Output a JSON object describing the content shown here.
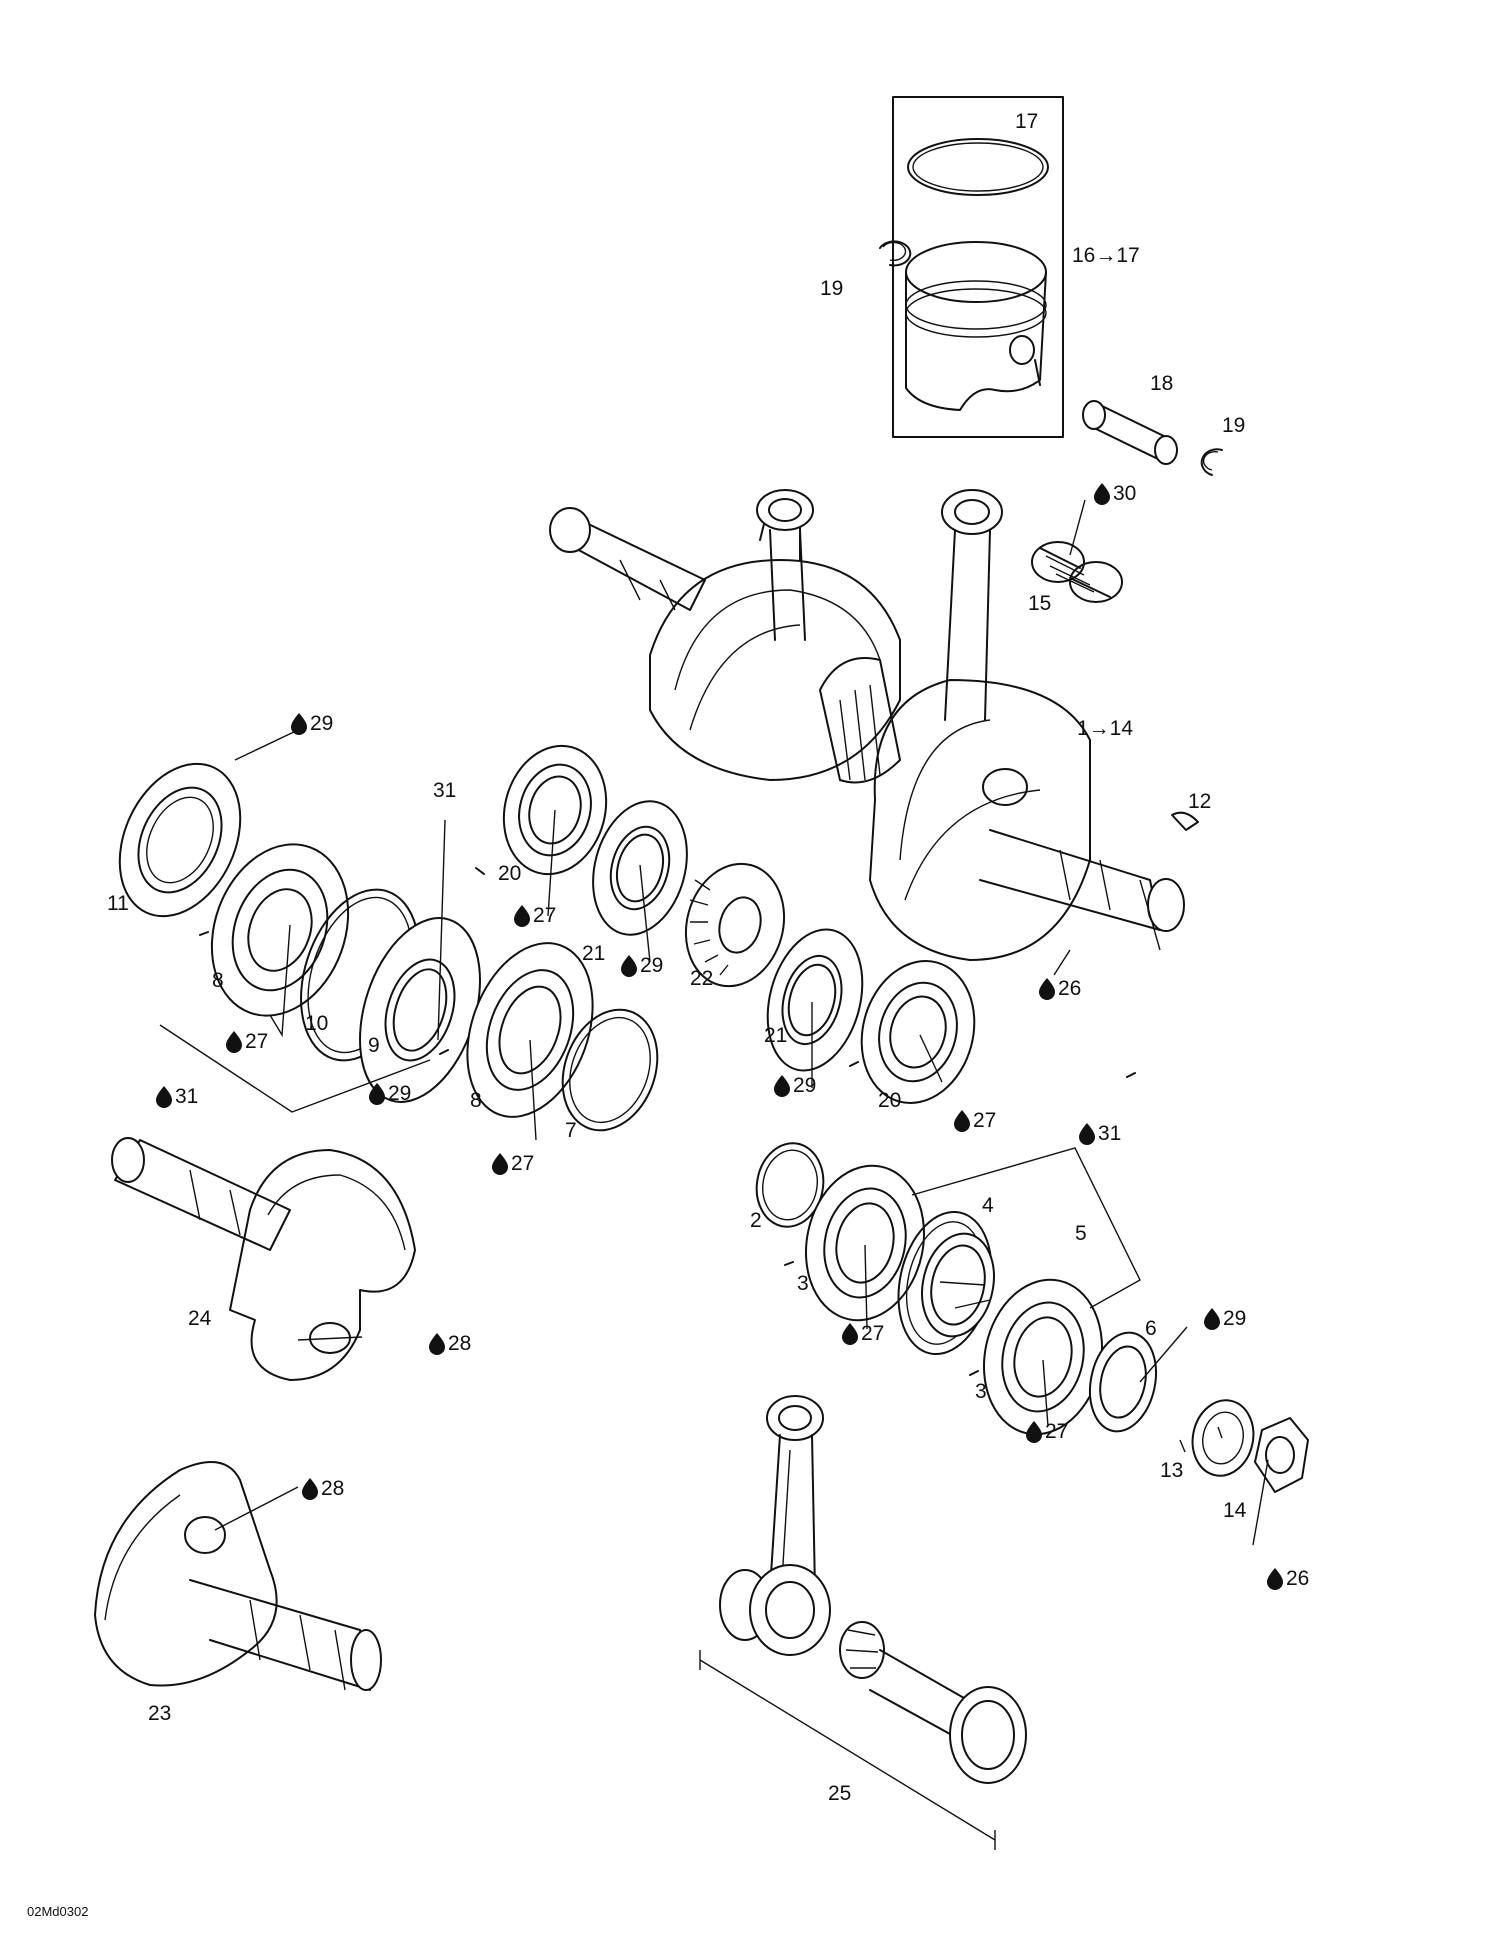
{
  "diagram": {
    "drawing_code": "02Md0302",
    "callouts": [
      {
        "id": "c1",
        "text": "1→14",
        "lube": false
      },
      {
        "id": "c2",
        "text": "2",
        "lube": false
      },
      {
        "id": "c3a",
        "text": "3",
        "lube": false
      },
      {
        "id": "c3b",
        "text": "3",
        "lube": false
      },
      {
        "id": "c4",
        "text": "4",
        "lube": false
      },
      {
        "id": "c5",
        "text": "5",
        "lube": false
      },
      {
        "id": "c6",
        "text": "6",
        "lube": false
      },
      {
        "id": "c7",
        "text": "7",
        "lube": false
      },
      {
        "id": "c8a",
        "text": "8",
        "lube": false
      },
      {
        "id": "c8b",
        "text": "8",
        "lube": false
      },
      {
        "id": "c9",
        "text": "9",
        "lube": false
      },
      {
        "id": "c10",
        "text": "10",
        "lube": false
      },
      {
        "id": "c11",
        "text": "11",
        "lube": false
      },
      {
        "id": "c12",
        "text": "12",
        "lube": false
      },
      {
        "id": "c13",
        "text": "13",
        "lube": false
      },
      {
        "id": "c14",
        "text": "14",
        "lube": false
      },
      {
        "id": "c15",
        "text": "15",
        "lube": false
      },
      {
        "id": "c16",
        "text": "16→17",
        "lube": false
      },
      {
        "id": "c17",
        "text": "17",
        "lube": false
      },
      {
        "id": "c18",
        "text": "18",
        "lube": false
      },
      {
        "id": "c19a",
        "text": "19",
        "lube": false
      },
      {
        "id": "c19b",
        "text": "19",
        "lube": false
      },
      {
        "id": "c20a",
        "text": "20",
        "lube": false
      },
      {
        "id": "c20b",
        "text": "20",
        "lube": false
      },
      {
        "id": "c21a",
        "text": "21",
        "lube": false
      },
      {
        "id": "c21b",
        "text": "21",
        "lube": false
      },
      {
        "id": "c22",
        "text": "22",
        "lube": false
      },
      {
        "id": "c23",
        "text": "23",
        "lube": false
      },
      {
        "id": "c24",
        "text": "24",
        "lube": false
      },
      {
        "id": "c25",
        "text": "25",
        "lube": false
      },
      {
        "id": "c26a",
        "text": "26",
        "lube": true
      },
      {
        "id": "c26b",
        "text": "26",
        "lube": true
      },
      {
        "id": "c27a",
        "text": "27",
        "lube": true
      },
      {
        "id": "c27b",
        "text": "27",
        "lube": true
      },
      {
        "id": "c27c",
        "text": "27",
        "lube": true
      },
      {
        "id": "c27d",
        "text": "27",
        "lube": true
      },
      {
        "id": "c27e",
        "text": "27",
        "lube": true
      },
      {
        "id": "c27f",
        "text": "27",
        "lube": true
      },
      {
        "id": "c28a",
        "text": "28",
        "lube": true
      },
      {
        "id": "c28b",
        "text": "28",
        "lube": true
      },
      {
        "id": "c29a",
        "text": "29",
        "lube": true
      },
      {
        "id": "c29b",
        "text": "29",
        "lube": true
      },
      {
        "id": "c29c",
        "text": "29",
        "lube": true
      },
      {
        "id": "c29d",
        "text": "29",
        "lube": true
      },
      {
        "id": "c29e",
        "text": "29",
        "lube": true
      },
      {
        "id": "c30",
        "text": "30",
        "lube": true
      },
      {
        "id": "c31a",
        "text": "31",
        "lube": false
      },
      {
        "id": "c31b",
        "text": "31",
        "lube": true
      },
      {
        "id": "c31c",
        "text": "31",
        "lube": true
      }
    ]
  }
}
